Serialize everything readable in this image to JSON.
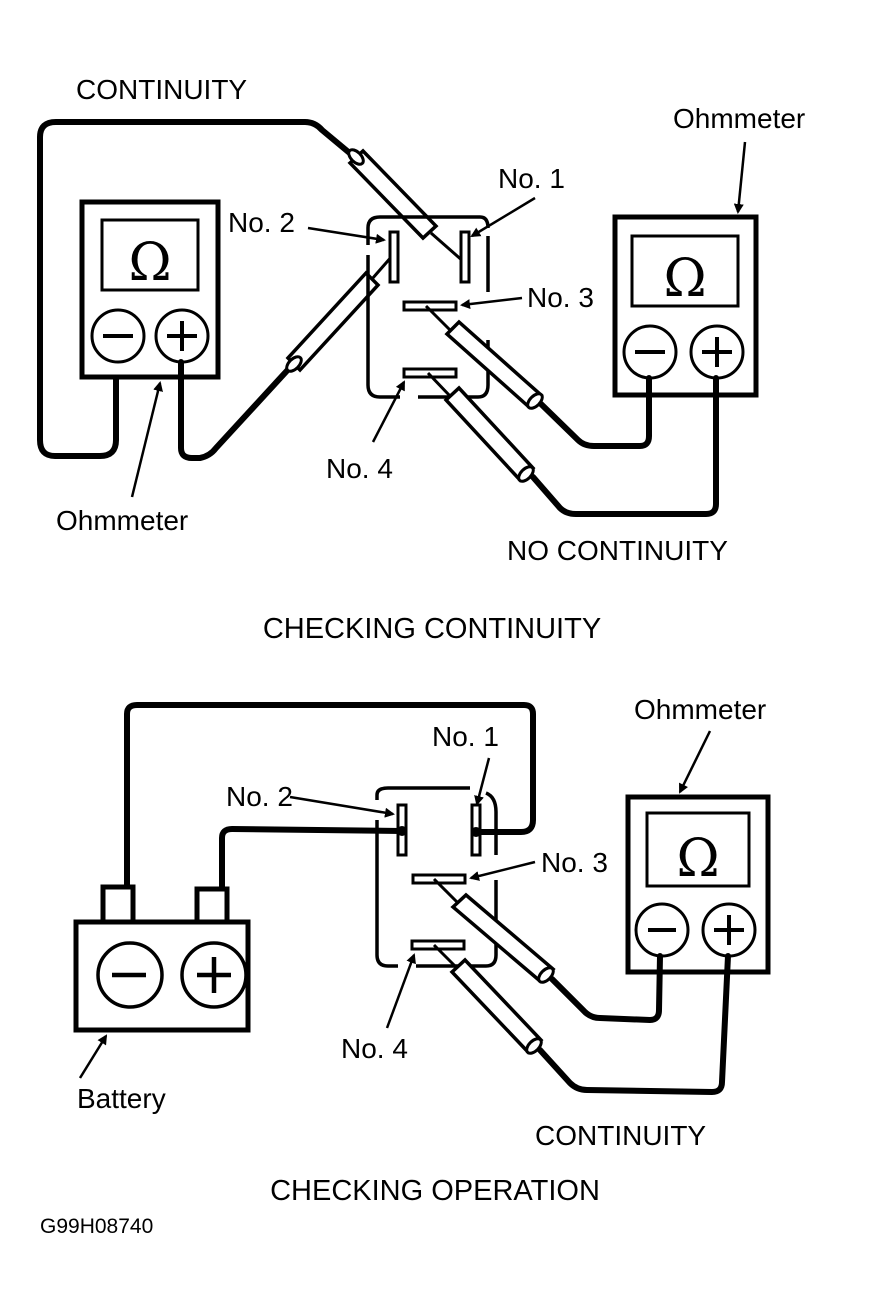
{
  "figure_code": "G99H08740",
  "colors": {
    "ink": "#000000",
    "background": "#ffffff"
  },
  "panels": [
    {
      "title": "CHECKING CONTINUITY",
      "labels": {
        "continuity": "CONTINUITY",
        "no_continuity": "NO CONTINUITY",
        "ohmmeter_left": "Ohmmeter",
        "ohmmeter_right": "Ohmmeter",
        "pin1": "No. 1",
        "pin2": "No. 2",
        "pin3": "No. 3",
        "pin4": "No. 4"
      },
      "meter_symbol": "Ω",
      "terminal_negative": "−",
      "terminal_positive": "+"
    },
    {
      "title": "CHECKING OPERATION",
      "labels": {
        "battery": "Battery",
        "ohmmeter": "Ohmmeter",
        "continuity": "CONTINUITY",
        "pin1": "No. 1",
        "pin2": "No. 2",
        "pin3": "No. 3",
        "pin4": "No. 4"
      },
      "meter_symbol": "Ω",
      "terminal_negative": "−",
      "terminal_positive": "+"
    }
  ]
}
